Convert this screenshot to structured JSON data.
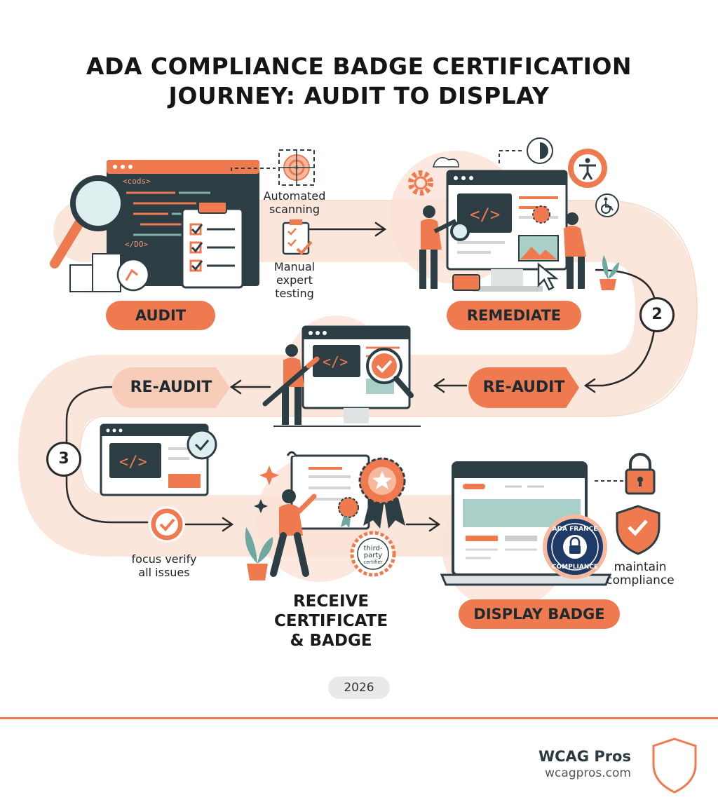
{
  "title": {
    "line1": "ADA COMPLIANCE BADGE CERTIFICATION",
    "line2": "JOURNEY: AUDIT TO DISPLAY"
  },
  "colors": {
    "accent": "#ef7a4f",
    "accent_soft": "#f7cdb9",
    "dark": "#2c3e44",
    "teal": "#6fa8a0"
  },
  "steps": {
    "audit": "AUDIT",
    "remediate": "REMEDIATE",
    "reaudit_right": "RE-AUDIT",
    "reaudit_left": "RE-AUDIT",
    "receive_line1": "RECEIVE",
    "receive_line2": "CERTIFICATE",
    "receive_line3": "& BADGE",
    "display": "DISPLAY BADGE"
  },
  "step_numbers": {
    "two": "2",
    "three": "3"
  },
  "labels": {
    "automated_line1": "Automated",
    "automated_line2": "scanning",
    "manual_line1": "Manual",
    "manual_line2": "expert",
    "manual_line3": "testing",
    "focus_line1": "focus verify",
    "focus_line2": "all issues",
    "maintain_line1": "maintain",
    "maintain_line2": "compliance"
  },
  "code_text": {
    "open": "<cods>",
    "close": "</DO>"
  },
  "seal": {
    "top": "ADA FRANCE",
    "bottom": "COMPLIANCE"
  },
  "badge_text": {
    "line1": "third-",
    "line2": "party",
    "line3": "certifier"
  },
  "year": "2026",
  "brand": {
    "name": "WCAG Pros",
    "url": "wcagpros.com"
  },
  "icons": [
    "magnifier-icon",
    "clipboard-icon",
    "target-icon",
    "gear-icon",
    "accessibility-icon",
    "wheelchair-icon",
    "contrast-icon",
    "checkmark-icon",
    "lock-icon",
    "shield-check-icon",
    "ribbon-badge-icon",
    "plant-icon",
    "cursor-icon"
  ]
}
